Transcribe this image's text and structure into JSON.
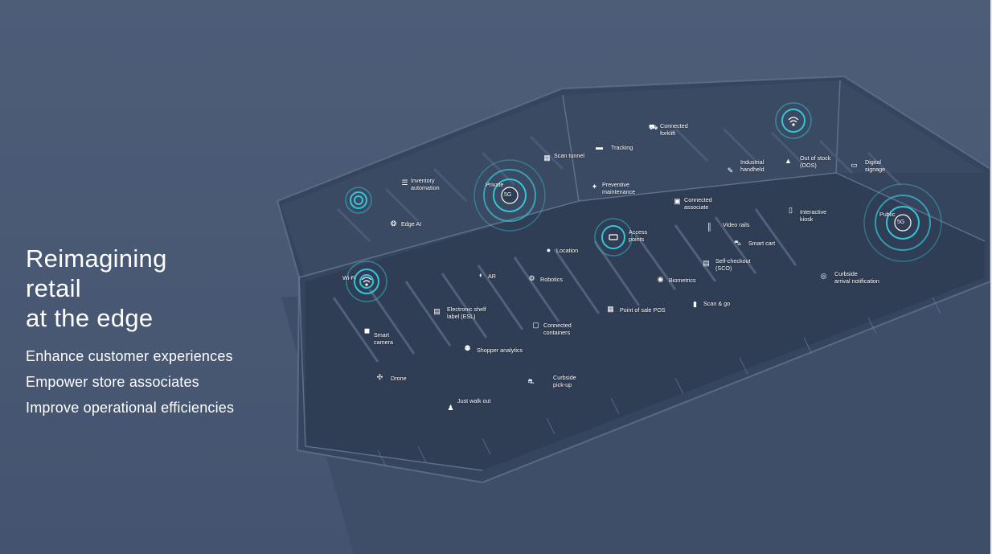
{
  "headline": {
    "line1": "Reimagining",
    "line2": "retail",
    "line3": "at the edge"
  },
  "bullets": [
    "Enhance customer experiences",
    "Empower store associates",
    "Improve operational efficiencies"
  ],
  "colors": {
    "background": "#4a5a75",
    "floor": "#3b4a63",
    "ring": "#34c6d6",
    "text": "#ffffff"
  },
  "labels": {
    "connected_forklift": [
      "Connected",
      "forklift"
    ],
    "scan_tunnel": [
      "Scan tunnel"
    ],
    "tracking": [
      "Tracking"
    ],
    "industrial_handheld": [
      "Industrial",
      "handheld"
    ],
    "out_of_stock": [
      "Out of stock",
      "(OOS)"
    ],
    "digital_signage": [
      "Digital",
      "signage"
    ],
    "inventory_automation": [
      "Inventory",
      "automation"
    ],
    "private_5g": [
      "Private"
    ],
    "preventive_maintenance": [
      "Preventive",
      "maintenance"
    ],
    "connected_associate": [
      "Connected",
      "associate"
    ],
    "interactive_kiosk": [
      "Interactive",
      "kiosk"
    ],
    "public_5g": [
      "Public"
    ],
    "edge_ai": [
      "Edge AI"
    ],
    "video_rails": [
      "Video rails"
    ],
    "access_points": [
      "Access",
      "points"
    ],
    "smart_cart": [
      "Smart cart"
    ],
    "location": [
      "Location"
    ],
    "self_checkout": [
      "Self-checkout",
      "(SCO)"
    ],
    "curbside_notification": [
      "Curbside",
      "arrival notification"
    ],
    "wifi": [
      "Wi-Fi"
    ],
    "ar": [
      "AR"
    ],
    "robotics": [
      "Robotics"
    ],
    "biometrics": [
      "Biometrics"
    ],
    "scan_and_go": [
      "Scan & go"
    ],
    "point_of_sale": [
      "Point of sale POS"
    ],
    "esl": [
      "Electronic shelf",
      "label (ESL)"
    ],
    "connected_containers": [
      "Connected",
      "containers"
    ],
    "smart_camera": [
      "Smart",
      "camera"
    ],
    "shopper_analytics": [
      "Shopper analytics"
    ],
    "drone": [
      "Drone"
    ],
    "curbside_pickup": [
      "Curbside",
      "pick-up"
    ],
    "just_walk_out": [
      "Just walk out"
    ]
  },
  "badges": {
    "private": "5G",
    "public": "5G"
  }
}
